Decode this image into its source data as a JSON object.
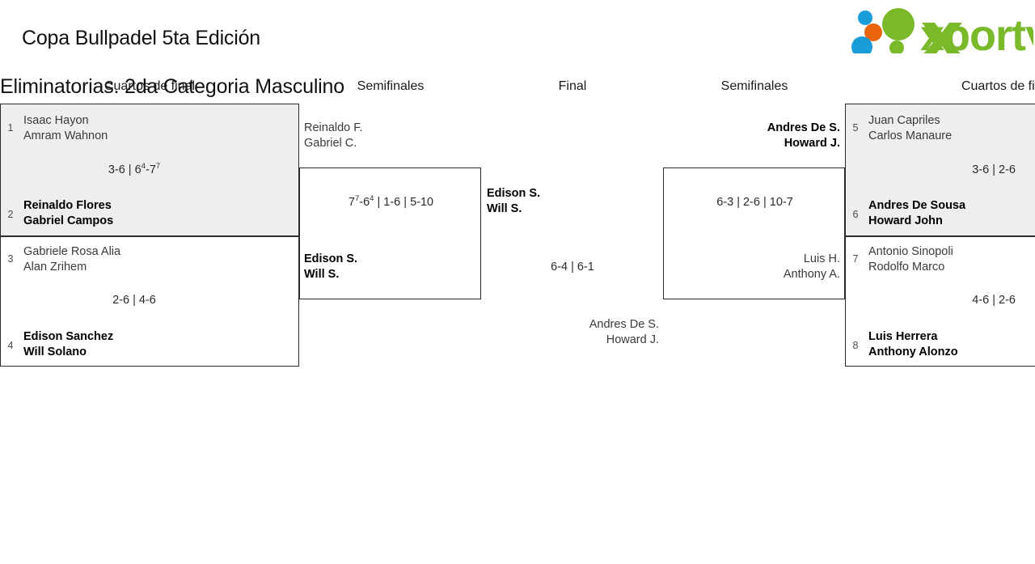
{
  "header": {
    "title_line1": "Copa Bullpadel 5ta Edición",
    "title_line2": "Eliminatorias. 2da Categoria Masculino",
    "logo": {
      "name": "xporty-logo",
      "wordmark": "xporty",
      "colors": {
        "green": "#7ab929",
        "blue": "#1a9cd8",
        "orange": "#e8650d"
      }
    }
  },
  "columns": {
    "qf_left": "Cuartos de final",
    "sf_left": "Semifinales",
    "final": "Final",
    "sf_right": "Semifinales",
    "qf_right": "Cuartos de final"
  },
  "bracket": {
    "qf1": {
      "seed_top": "1",
      "top_p1": "Isaac Hayon",
      "top_p2": "Amram Wahnon",
      "seed_bottom": "2",
      "bottom_p1": "Reinaldo Flores",
      "bottom_p2": "Gabriel Campos",
      "score_s1": "3-6",
      "score_sep1": " | ",
      "score_s2a": "6",
      "score_s2a_tb": "4",
      "score_s2dash": "-7",
      "score_s2b_tb": "7",
      "winner": "bottom"
    },
    "qf2": {
      "seed_top": "3",
      "top_p1": "Gabriele Rosa Alia",
      "top_p2": "Alan Zrihem",
      "seed_bottom": "4",
      "bottom_p1": "Edison Sanchez",
      "bottom_p2": "Will Solano",
      "score": "2-6 | 4-6",
      "winner": "bottom"
    },
    "qf3": {
      "seed_top": "5",
      "top_p1": "Juan Capriles",
      "top_p2": "Carlos Manaure",
      "seed_bottom": "6",
      "bottom_p1": "Andres De Sousa",
      "bottom_p2": "Howard John",
      "score": "3-6 | 2-6",
      "winner": "bottom"
    },
    "qf4": {
      "seed_top": "7",
      "top_p1": "Antonio Sinopoli",
      "top_p2": "Rodolfo Marco",
      "seed_bottom": "8",
      "bottom_p1": "Luis Herrera",
      "bottom_p2": "Anthony Alonzo",
      "score": "4-6 | 2-6",
      "winner": "bottom"
    },
    "sf_left": {
      "top_p1": "Reinaldo F.",
      "top_p2": "Gabriel C.",
      "bottom_p1": "Edison S.",
      "bottom_p2": "Will S.",
      "score_s1a": "7",
      "score_s1a_tb": "7",
      "score_s1dash": "-6",
      "score_s1b_tb": "4",
      "score_rest": " | 1-6 | 5-10",
      "winner": "bottom"
    },
    "sf_right": {
      "top_p1": "Andres De S.",
      "top_p2": "Howard J.",
      "bottom_p1": "Luis H.",
      "bottom_p2": "Anthony A.",
      "score": "6-3 | 2-6 | 10-7",
      "winner": "top"
    },
    "final": {
      "top_p1": "Edison S.",
      "top_p2": "Will S.",
      "bottom_p1": "Andres De S.",
      "bottom_p2": "Howard J.",
      "score": "6-4 | 6-1",
      "winner": "top"
    }
  }
}
